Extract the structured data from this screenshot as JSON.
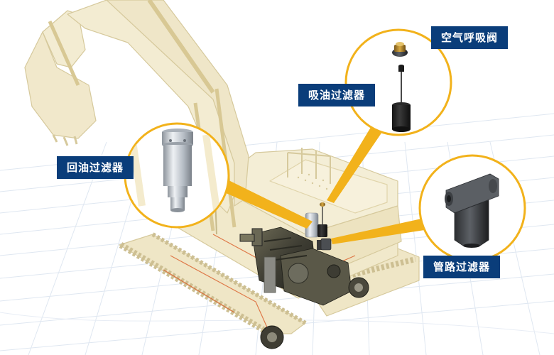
{
  "labels": {
    "breather_valve": "空气呼吸阀",
    "suction_filter": "吸油过滤器",
    "return_filter": "回油过滤器",
    "pipeline_filter": "管路过滤器"
  },
  "icons": {
    "excavator": "excavator-illustration-icon",
    "breather_valve": "breather-valve-icon",
    "suction_filter": "suction-filter-icon",
    "return_filter": "return-filter-icon",
    "pipeline_filter": "pipeline-filter-icon"
  },
  "colors": {
    "label_bg": "#0a3d7a",
    "callout_ring": "#f2b21b",
    "machine_body": "#f1e9cb",
    "machine_edge": "#d9ccA0",
    "hydraulic_line": "#d9541e",
    "grid": "#dfe7f1"
  }
}
